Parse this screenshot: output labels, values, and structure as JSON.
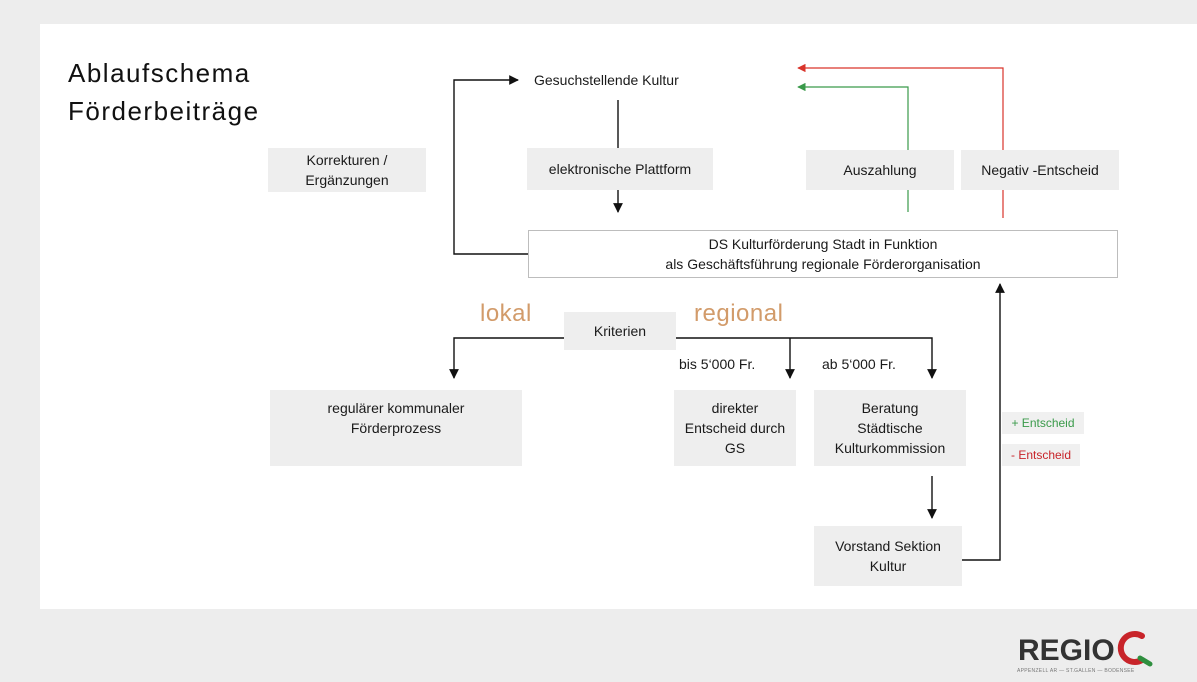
{
  "title": {
    "line1": "Ablaufschema",
    "line2": "Förderbeiträge"
  },
  "nodes": {
    "applicant": "Gesuchstellende Kultur",
    "corrections": "Korrekturen /\nErgänzungen",
    "platform": "elektronische Plattform",
    "payout": "Auszahlung",
    "negative": "Negativ -Entscheid",
    "ds_office": "DS Kulturförderung Stadt in Funktion\nals Geschäftsführung regionale Förderorganisation",
    "criteria": "Kriterien",
    "local_process": "regulärer kommunaler\nFörderprozess",
    "direct_decision": "direkter\nEntscheid durch\nGS",
    "commission": "Beratung\nStädtische\nKulturkommission",
    "board": "Vorstand Sektion\nKultur"
  },
  "labels": {
    "lokal": "lokal",
    "regional": "regional",
    "below_threshold": "bis 5‘000 Fr.",
    "above_threshold": "ab 5‘000 Fr.",
    "plus_decision": "+ Entscheid",
    "minus_decision": "- Entscheid"
  },
  "logo": {
    "text": "REGIO",
    "subtitle": "APPENZELL AR — ST.GALLEN — BODENSEE"
  },
  "colors": {
    "positive": "#3a9a4a",
    "negative": "#d9342b",
    "accent_orange": "#d29b6a",
    "logo_green": "#2f8f3f",
    "logo_red": "#c8242a"
  }
}
